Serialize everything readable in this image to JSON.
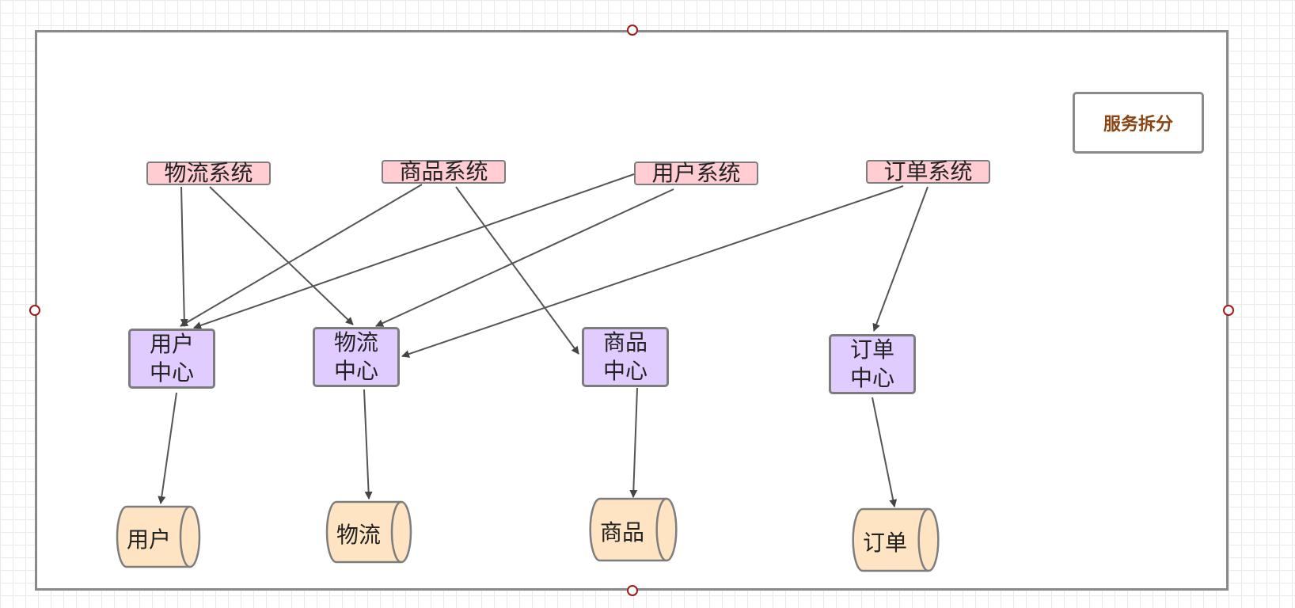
{
  "diagram": {
    "title_badge": "服务拆分",
    "systems": [
      {
        "id": "sys-logistics",
        "label": "物流系统"
      },
      {
        "id": "sys-goods",
        "label": "商品系统"
      },
      {
        "id": "sys-user",
        "label": "用户系统"
      },
      {
        "id": "sys-order",
        "label": "订单系统"
      }
    ],
    "centers": [
      {
        "id": "center-user",
        "line1": "用户",
        "line2": "中心"
      },
      {
        "id": "center-logistics",
        "line1": "物流",
        "line2": "中心"
      },
      {
        "id": "center-goods",
        "line1": "商品",
        "line2": "中心"
      },
      {
        "id": "center-order",
        "line1": "订单",
        "line2": "中心"
      }
    ],
    "databases": [
      {
        "id": "db-user",
        "label": "用户"
      },
      {
        "id": "db-logistics",
        "label": "物流"
      },
      {
        "id": "db-goods",
        "label": "商品"
      },
      {
        "id": "db-order",
        "label": "订单"
      }
    ],
    "edges": [
      {
        "from": "物流系统",
        "to": "用户中心"
      },
      {
        "from": "物流系统",
        "to": "物流中心"
      },
      {
        "from": "商品系统",
        "to": "用户中心"
      },
      {
        "from": "商品系统",
        "to": "商品中心"
      },
      {
        "from": "用户系统",
        "to": "用户中心"
      },
      {
        "from": "用户系统",
        "to": "物流中心"
      },
      {
        "from": "订单系统",
        "to": "物流中心"
      },
      {
        "from": "订单系统",
        "to": "订单中心"
      },
      {
        "from": "用户中心",
        "to": "用户"
      },
      {
        "from": "物流中心",
        "to": "物流"
      },
      {
        "from": "商品中心",
        "to": "商品"
      },
      {
        "from": "订单中心",
        "to": "订单"
      }
    ],
    "colors": {
      "system_fill": "#ffcdd2",
      "center_fill": "#e0ccff",
      "database_fill": "#ffe4c4",
      "badge_text": "#8b4513",
      "handle_stroke": "#a11a1a"
    }
  }
}
